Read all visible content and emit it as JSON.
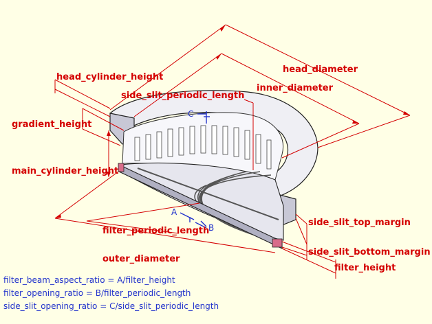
{
  "labels": {
    "head_cylinder_height": "head_cylinder_height",
    "side_slit_periodic_length": "side_slit_periodic_length",
    "gradient_height": "gradient_height",
    "main_cylinder_height": "main_cylinder_height",
    "head_diameter": "head_diameter",
    "inner_diameter": "inner_diameter",
    "filter_periodic_length": "filter_periodic_length",
    "outer_diameter": "outer_diameter",
    "side_slit_top_margin": "side_slit_top_margin",
    "side_slit_bottom_margin": "side_slit_bottom_margin",
    "filter_height": "filter_height",
    "A": "A",
    "B": "B",
    "C": "C"
  },
  "formulas": [
    "filter_beam_aspect_ratio = A/filter_height",
    "filter_opening_ratio = B/filter_periodic_length",
    "side_slit_opening_ratio = C/side_slit_periodic_length"
  ],
  "colors": {
    "background": "#ffffe6",
    "dimension": "#d40000",
    "annotation": "#2233cc",
    "model_light": "#f4f4f8",
    "model_shade": "#b8b8c8"
  }
}
